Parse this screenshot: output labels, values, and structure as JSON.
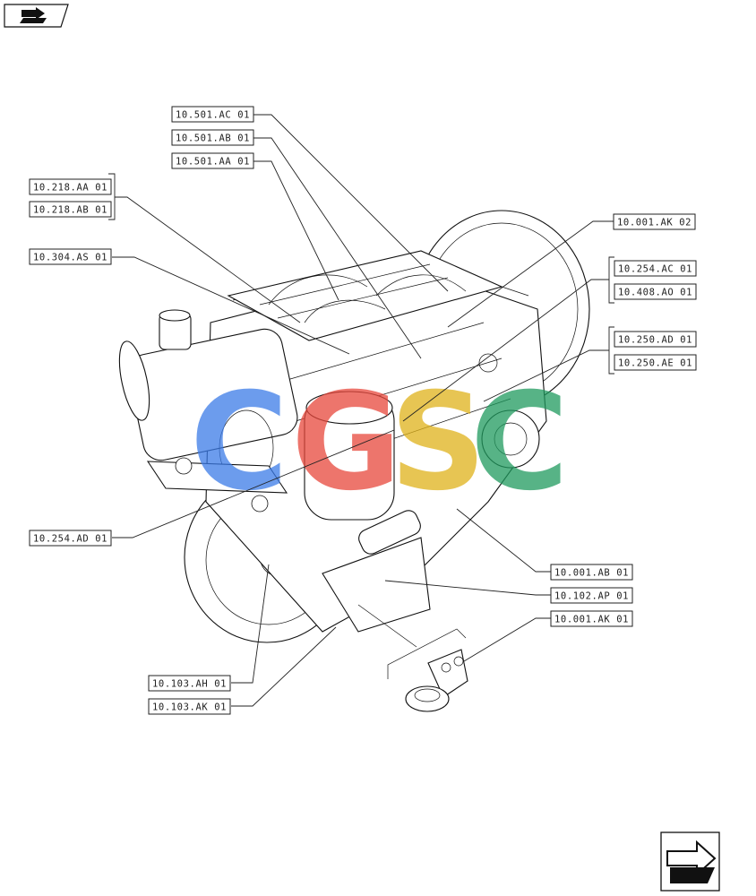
{
  "callouts": [
    {
      "id": "c1",
      "label": "10.501.AC 01"
    },
    {
      "id": "c2",
      "label": "10.501.AB 01"
    },
    {
      "id": "c3",
      "label": "10.501.AA 01"
    },
    {
      "id": "c4",
      "label": "10.218.AA 01"
    },
    {
      "id": "c5",
      "label": "10.218.AB 01"
    },
    {
      "id": "c6",
      "label": "10.304.AS 01"
    },
    {
      "id": "c7",
      "label": "10.001.AK 02"
    },
    {
      "id": "c8",
      "label": "10.254.AC 01"
    },
    {
      "id": "c9",
      "label": "10.408.AO 01"
    },
    {
      "id": "c10",
      "label": "10.250.AD 01"
    },
    {
      "id": "c11",
      "label": "10.250.AE 01"
    },
    {
      "id": "c12",
      "label": "10.254.AD 01"
    },
    {
      "id": "c13",
      "label": "10.001.AB 01"
    },
    {
      "id": "c14",
      "label": "10.102.AP 01"
    },
    {
      "id": "c15",
      "label": "10.001.AK 01"
    },
    {
      "id": "c16",
      "label": "10.103.AH 01"
    },
    {
      "id": "c17",
      "label": "10.103.AK 01"
    }
  ],
  "watermark": {
    "letters": [
      "C",
      "G",
      "S",
      "C"
    ],
    "colors": [
      "#3b7be8",
      "#e8473b",
      "#e0b21a",
      "#1f9a5e"
    ]
  },
  "icons": {
    "top_left": "book-arrow-icon",
    "bottom_right": "next-page-arrow-icon"
  }
}
